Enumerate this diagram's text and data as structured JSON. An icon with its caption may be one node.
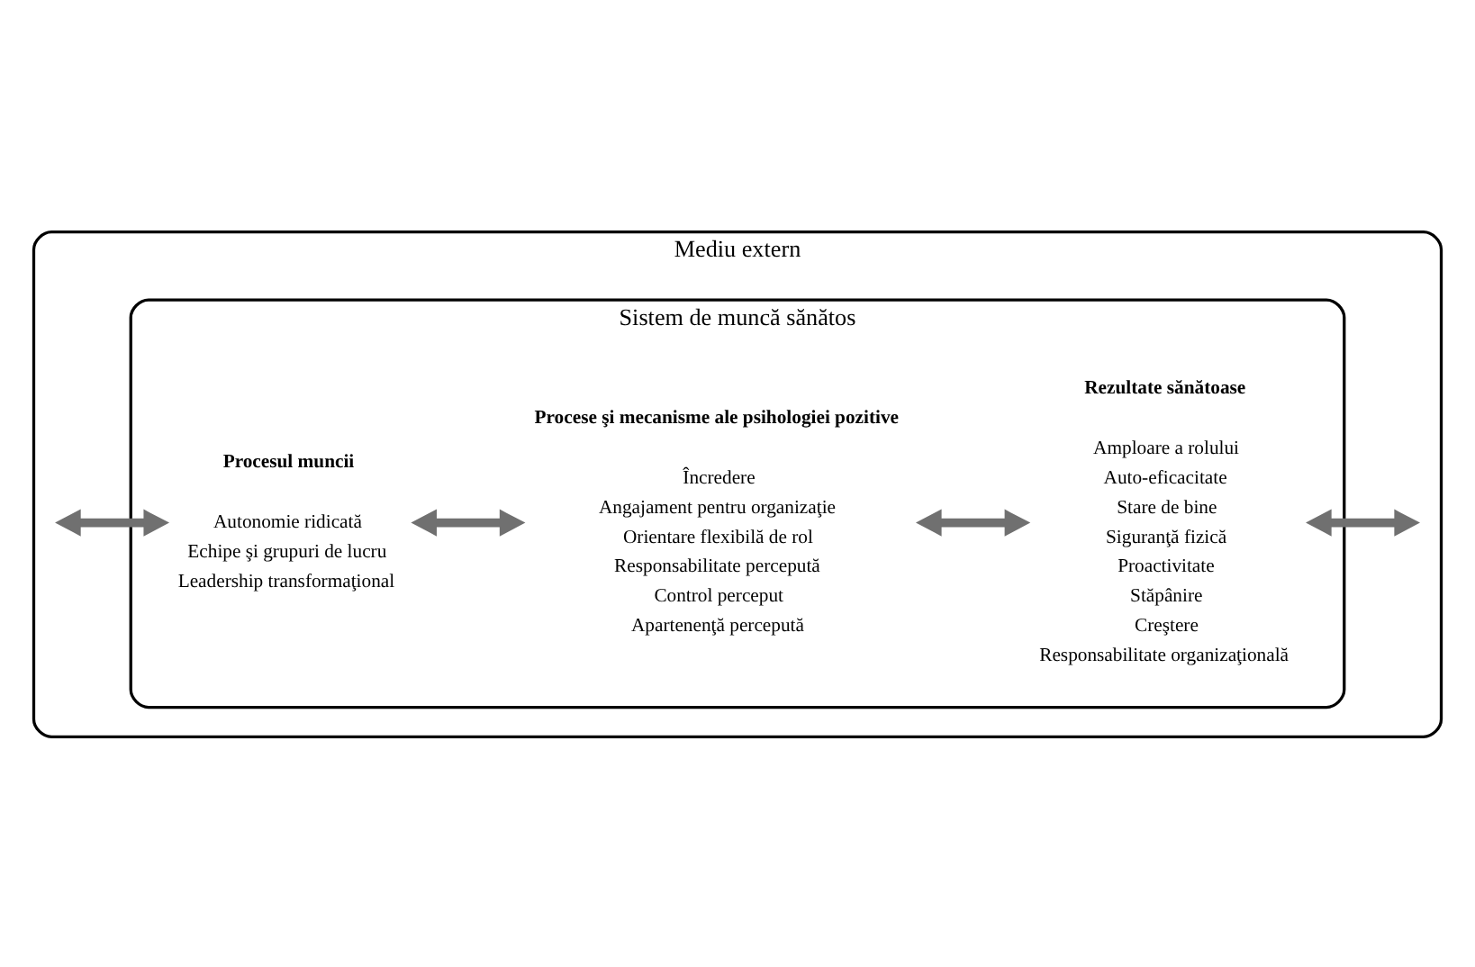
{
  "diagram": {
    "nodes": [
      {
        "text": [
          "Mediu extern"
        ]
      },
      {
        "text": [
          "Sistem de muncă sănătos"
        ],
        "in": 0
      },
      {
        "text": [
          "Procesul muncii",
          "Autonomie ridicată",
          "Echipe şi grupuri de lucru",
          "Leadership transformaţional"
        ],
        "in": 1
      },
      {
        "text": [
          "Procese şi mecanisme ale psihologiei pozitive",
          "Încredere",
          "Angajament pentru organizaţie",
          "Orientare flexibilă de rol",
          "Responsabilitate percepută",
          "Control perceput",
          "Apartenenţă percepută"
        ],
        "in": 1
      },
      {
        "text": [
          "Rezultate sănătoase",
          "Amploare a rolului",
          "Auto-eficacitate",
          "Stare de bine",
          "Siguranţă fizică",
          "Proactivitate",
          "Stăpânire",
          "Creştere",
          "Responsabilitate organizaţională"
        ],
        "in": 1
      }
    ],
    "edges": [
      {
        "from": null,
        "to": 2,
        "arrow": "both"
      },
      {
        "from": 2,
        "to": 3,
        "arrow": "both"
      },
      {
        "from": 3,
        "to": 4,
        "arrow": "both"
      },
      {
        "from": 4,
        "to": null,
        "arrow": "both"
      }
    ]
  }
}
